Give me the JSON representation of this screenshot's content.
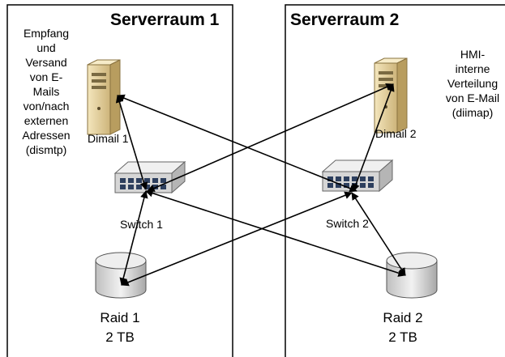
{
  "rooms": [
    {
      "title": "Serverraum 1"
    },
    {
      "title": "Serverraum 2"
    }
  ],
  "notes": {
    "left": [
      "Empfang",
      "und",
      "Versand",
      "von E-",
      "Mails",
      "von/nach",
      "externen",
      "Adressen",
      "(dismtp)"
    ],
    "right": [
      "HMI-",
      "interne",
      "Verteilung",
      "von E-Mail",
      "(diimap)"
    ]
  },
  "devices": {
    "server1": "Dimail 1",
    "server2": "Dimail 2",
    "switch1": "Switch 1",
    "switch2": "Switch 2",
    "raid1": [
      "Raid 1",
      "2 TB"
    ],
    "raid2": [
      "Raid 2",
      "2 TB"
    ]
  },
  "icons": {
    "server": "server-tower-icon",
    "switch": "network-switch-icon",
    "raid": "disk-storage-icon"
  },
  "colors": {
    "background": "#ffffff",
    "border": "#000000",
    "server_body": "#ead7a4",
    "switch_body": "#dcdcdc",
    "disk_body": "#d9d9d9"
  }
}
